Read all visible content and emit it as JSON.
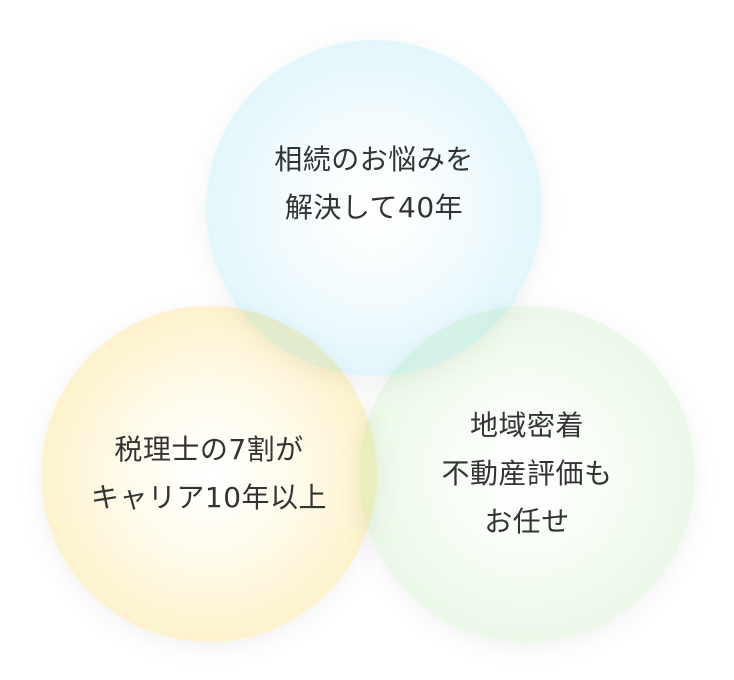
{
  "diagram": {
    "type": "three-circle-feature-bubbles",
    "bubbles": [
      {
        "id": "top",
        "color": "#d4f3fb",
        "lines": [
          "相続のお悩みを",
          "解決して40年"
        ]
      },
      {
        "id": "bottom-left",
        "color": "#fbeab0",
        "lines": [
          "税理士の7割が",
          "キャリア10年以上"
        ]
      },
      {
        "id": "bottom-right",
        "color": "#e0f5dc",
        "lines": [
          "地域密着",
          "不動産評価も",
          "お任せ"
        ]
      }
    ],
    "text_color": "#333333"
  }
}
